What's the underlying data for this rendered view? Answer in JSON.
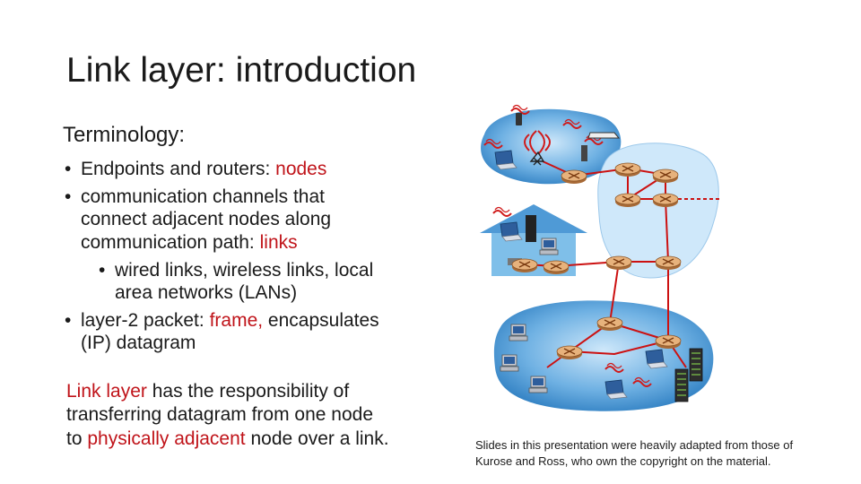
{
  "slide": {
    "title": "Link layer: introduction",
    "subhead": "Terminology:",
    "bullet1": {
      "text": "Endpoints and routers: ",
      "highlight": "nodes"
    },
    "bullet2": {
      "line1": "communication channels that",
      "line2": "connect adjacent nodes along",
      "line3": "communication path: ",
      "highlight": "links"
    },
    "sub_bullet": {
      "line1": "wired links, wireless links, local",
      "line2": "area networks (LANs)"
    },
    "bullet3": {
      "line1_pre": "layer-2 packet: ",
      "highlight": "frame,",
      "line1_post": " encapsulates",
      "line2": "(IP) datagram"
    },
    "paragraph": {
      "h1": "Link layer",
      "t1": " has the responsibility of",
      "t2": "transferring datagram from one node",
      "t3": "to ",
      "h2": "physically adjacent",
      "t4": " node over a link."
    },
    "credit": {
      "line1": "Slides in this presentation were heavily adapted from those of",
      "line2": "Kurose and Ross, who own the copyright on the material."
    },
    "colors": {
      "highlight": "#c0141a",
      "network_blue": "#3d8ecf",
      "link_red": "#cc1111",
      "router": "#d9a06a"
    }
  }
}
